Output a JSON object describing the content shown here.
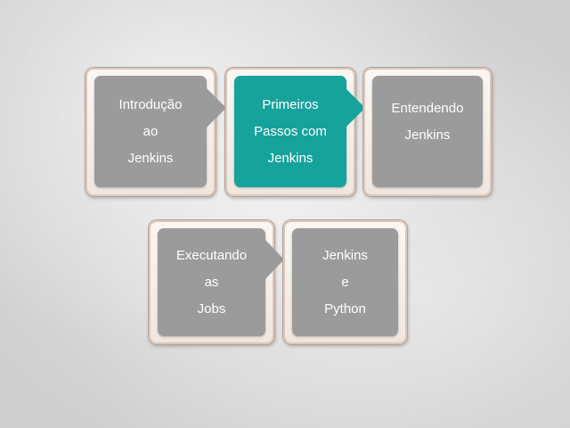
{
  "steps": [
    {
      "lines": [
        "Introdução",
        "ao",
        "Jenkins"
      ]
    },
    {
      "lines": [
        "Primeiros",
        "Passos com",
        "Jenkins"
      ]
    },
    {
      "lines": [
        "Entendendo",
        "Jenkins"
      ]
    },
    {
      "lines": [
        "Executando",
        "as",
        "Jobs"
      ]
    },
    {
      "lines": [
        "Jenkins",
        "e",
        "Python"
      ]
    }
  ],
  "active_step": 1,
  "colors": {
    "box": "#9b9b9b",
    "active_box": "#16a39c",
    "text": "#ffffff",
    "frame_border": "#b9a294"
  }
}
